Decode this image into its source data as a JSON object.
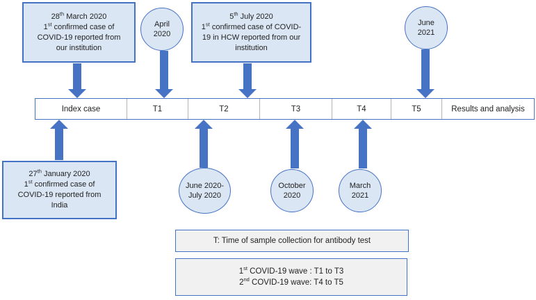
{
  "colors": {
    "accent_blue": "#4472c4",
    "light_blue_fill": "#dbe6f4",
    "note_gray_fill": "#f1f1f2",
    "arrow_blue": "#4673c4"
  },
  "top_events": {
    "institution_case_box": {
      "lines": [
        {
          "num": "28",
          "sup": "th",
          "rest": " March 2020"
        },
        {
          "num": "1",
          "sup": "st",
          "rest": " confirmed case of"
        },
        {
          "text": "COVID-19 reported from"
        },
        {
          "text": "our institution"
        }
      ]
    },
    "april_circle": {
      "line1": "April",
      "line2": "2020"
    },
    "hcw_case_box": {
      "lines": [
        {
          "num": "5",
          "sup": "th",
          "rest": " July 2020"
        },
        {
          "num": "1",
          "sup": "st",
          "rest": " confirmed case of COVID-"
        },
        {
          "text": "19 in HCW reported from our"
        },
        {
          "text": "institution"
        }
      ]
    },
    "june_2021_circle": {
      "line1": "June",
      "line2": "2021"
    }
  },
  "timeline": {
    "cells": [
      "Index case",
      "T1",
      "T2",
      "T3",
      "T4",
      "T5",
      "Results and analysis"
    ]
  },
  "bottom_events": {
    "india_case_box": {
      "lines": [
        {
          "num": "27",
          "sup": "th",
          "rest": " January 2020"
        },
        {
          "num": "1",
          "sup": "st",
          "rest": " confirmed case of"
        },
        {
          "text": "COVID-19 reported from"
        },
        {
          "text": "India"
        }
      ]
    },
    "june_july_2020_circle": {
      "line1": "June 2020-",
      "line2": "July 2020"
    },
    "october_2020_circle": {
      "line1": "October",
      "line2": "2020"
    },
    "march_2021_circle": {
      "line1": "March",
      "line2": "2021"
    }
  },
  "legend": {
    "sample_note": "T: Time of sample collection for antibody test",
    "waves": [
      {
        "num": "1",
        "sup": "st",
        "rest": " COVID-19 wave : T1 to T3"
      },
      {
        "num": "2",
        "sup": "nd",
        "rest": " COVID-19 wave: T4 to T5"
      }
    ]
  }
}
